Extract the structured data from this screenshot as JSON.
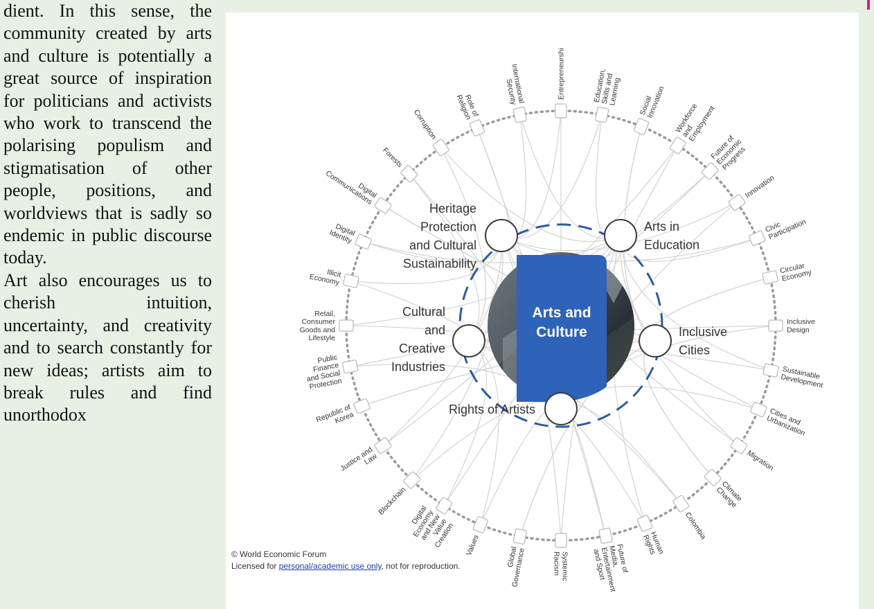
{
  "body_text": {
    "para1": "dient. In this sense, the community created by arts and culture is potentially a great source of inspiration for politicians and activists who work to transcend the polarising populism and stigmatisation of other people, positions, and worldviews that is sadly so endemic in public discourse today.",
    "para2": "Art also encourages us to cherish intuition, uncertainty, and creativity and to search constantly for new ideas; artists aim to break rules and find unorthodox"
  },
  "diagram": {
    "center": {
      "line1": "Arts and",
      "line2": "Culture"
    },
    "inner_nodes": [
      {
        "lines": [
          "Heritage",
          "Protection",
          "and Cultural",
          "Sustainability"
        ]
      },
      {
        "lines": [
          "Arts in",
          "Education"
        ]
      },
      {
        "lines": [
          "Inclusive",
          "Cities"
        ]
      },
      {
        "lines": [
          "Rights of Artists"
        ]
      },
      {
        "lines": [
          "Cultural",
          "and",
          "Creative",
          "Industries"
        ]
      }
    ],
    "outer_topics": [
      {
        "lines": [
          "Entrepreneurshi"
        ]
      },
      {
        "lines": [
          "Education,",
          "Skills and",
          "Learning"
        ]
      },
      {
        "lines": [
          "Social",
          "Innovation"
        ]
      },
      {
        "lines": [
          "Workforce",
          "and",
          "Employment"
        ]
      },
      {
        "lines": [
          "Future of",
          "Economic",
          "Progress"
        ]
      },
      {
        "lines": [
          "Innovation"
        ]
      },
      {
        "lines": [
          "Civic",
          "Participation"
        ]
      },
      {
        "lines": [
          "Circular",
          "Economy"
        ]
      },
      {
        "lines": [
          "Inclusive",
          "Design"
        ]
      },
      {
        "lines": [
          "Sustainable",
          "Development"
        ]
      },
      {
        "lines": [
          "Cities and",
          "Urbanization"
        ]
      },
      {
        "lines": [
          "Migration"
        ]
      },
      {
        "lines": [
          "Climate",
          "Change"
        ]
      },
      {
        "lines": [
          "Colombia"
        ]
      },
      {
        "lines": [
          "Human",
          "Rights"
        ]
      },
      {
        "lines": [
          "Future of",
          "Media,",
          "Entertainment",
          "and Sport"
        ]
      },
      {
        "lines": [
          "Systemic",
          "Racism"
        ]
      },
      {
        "lines": [
          "Global",
          "Governance"
        ]
      },
      {
        "lines": [
          "Values"
        ]
      },
      {
        "lines": [
          "Digital",
          "Economy",
          "and New",
          "Value",
          "Creation"
        ]
      },
      {
        "lines": [
          "Blockchain"
        ]
      },
      {
        "lines": [
          "Justice and",
          "Law"
        ]
      },
      {
        "lines": [
          "Republic of",
          "Korea"
        ]
      },
      {
        "lines": [
          "Public",
          "Finance",
          "and Social",
          "Protection"
        ]
      },
      {
        "lines": [
          "Retail,",
          "Consumer",
          "Goods and",
          "Lifestyle"
        ]
      },
      {
        "lines": [
          "Illicit",
          "Economy"
        ]
      },
      {
        "lines": [
          "Digital",
          "Identity"
        ]
      },
      {
        "lines": [
          "Digital",
          "Communications"
        ]
      },
      {
        "lines": [
          "Forests"
        ]
      },
      {
        "lines": [
          "Corruption"
        ]
      },
      {
        "lines": [
          "Role of",
          "Religion"
        ]
      },
      {
        "lines": [
          "International",
          "Security"
        ]
      }
    ],
    "colors": {
      "accent": "#2f62b9",
      "dash": "#2a5aa8",
      "ring_dots": "#9a9a9a",
      "links": "#d2d2d2"
    }
  },
  "credit": {
    "line1": "© World Economic Forum",
    "line2_prefix": "Licensed for ",
    "line2_link": "personal/academic use only",
    "line2_suffix": ", not for reproduction."
  }
}
